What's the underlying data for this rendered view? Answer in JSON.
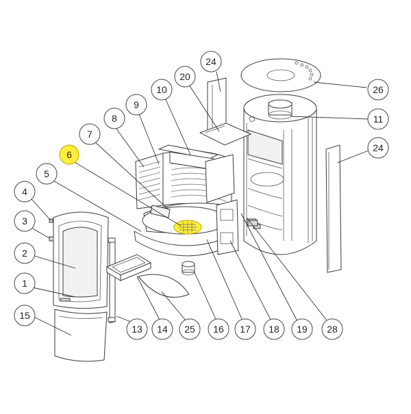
{
  "callouts": [
    {
      "label": "24",
      "highlight": false
    },
    {
      "label": "20",
      "highlight": false
    },
    {
      "label": "26",
      "highlight": false
    },
    {
      "label": "10",
      "highlight": false
    },
    {
      "label": "9",
      "highlight": false
    },
    {
      "label": "11",
      "highlight": false
    },
    {
      "label": "8",
      "highlight": false
    },
    {
      "label": "7",
      "highlight": false
    },
    {
      "label": "24",
      "highlight": false
    },
    {
      "label": "6",
      "highlight": true
    },
    {
      "label": "5",
      "highlight": false
    },
    {
      "label": "4",
      "highlight": false
    },
    {
      "label": "3",
      "highlight": false
    },
    {
      "label": "2",
      "highlight": false
    },
    {
      "label": "1",
      "highlight": false
    },
    {
      "label": "15",
      "highlight": false
    },
    {
      "label": "13",
      "highlight": false
    },
    {
      "label": "14",
      "highlight": false
    },
    {
      "label": "25",
      "highlight": false
    },
    {
      "label": "16",
      "highlight": false
    },
    {
      "label": "17",
      "highlight": false
    },
    {
      "label": "18",
      "highlight": false
    },
    {
      "label": "19",
      "highlight": false
    },
    {
      "label": "28",
      "highlight": false
    }
  ],
  "colors": {
    "highlight": "#ffef3a",
    "line": "#3a3a3a",
    "background": "#ffffff"
  }
}
